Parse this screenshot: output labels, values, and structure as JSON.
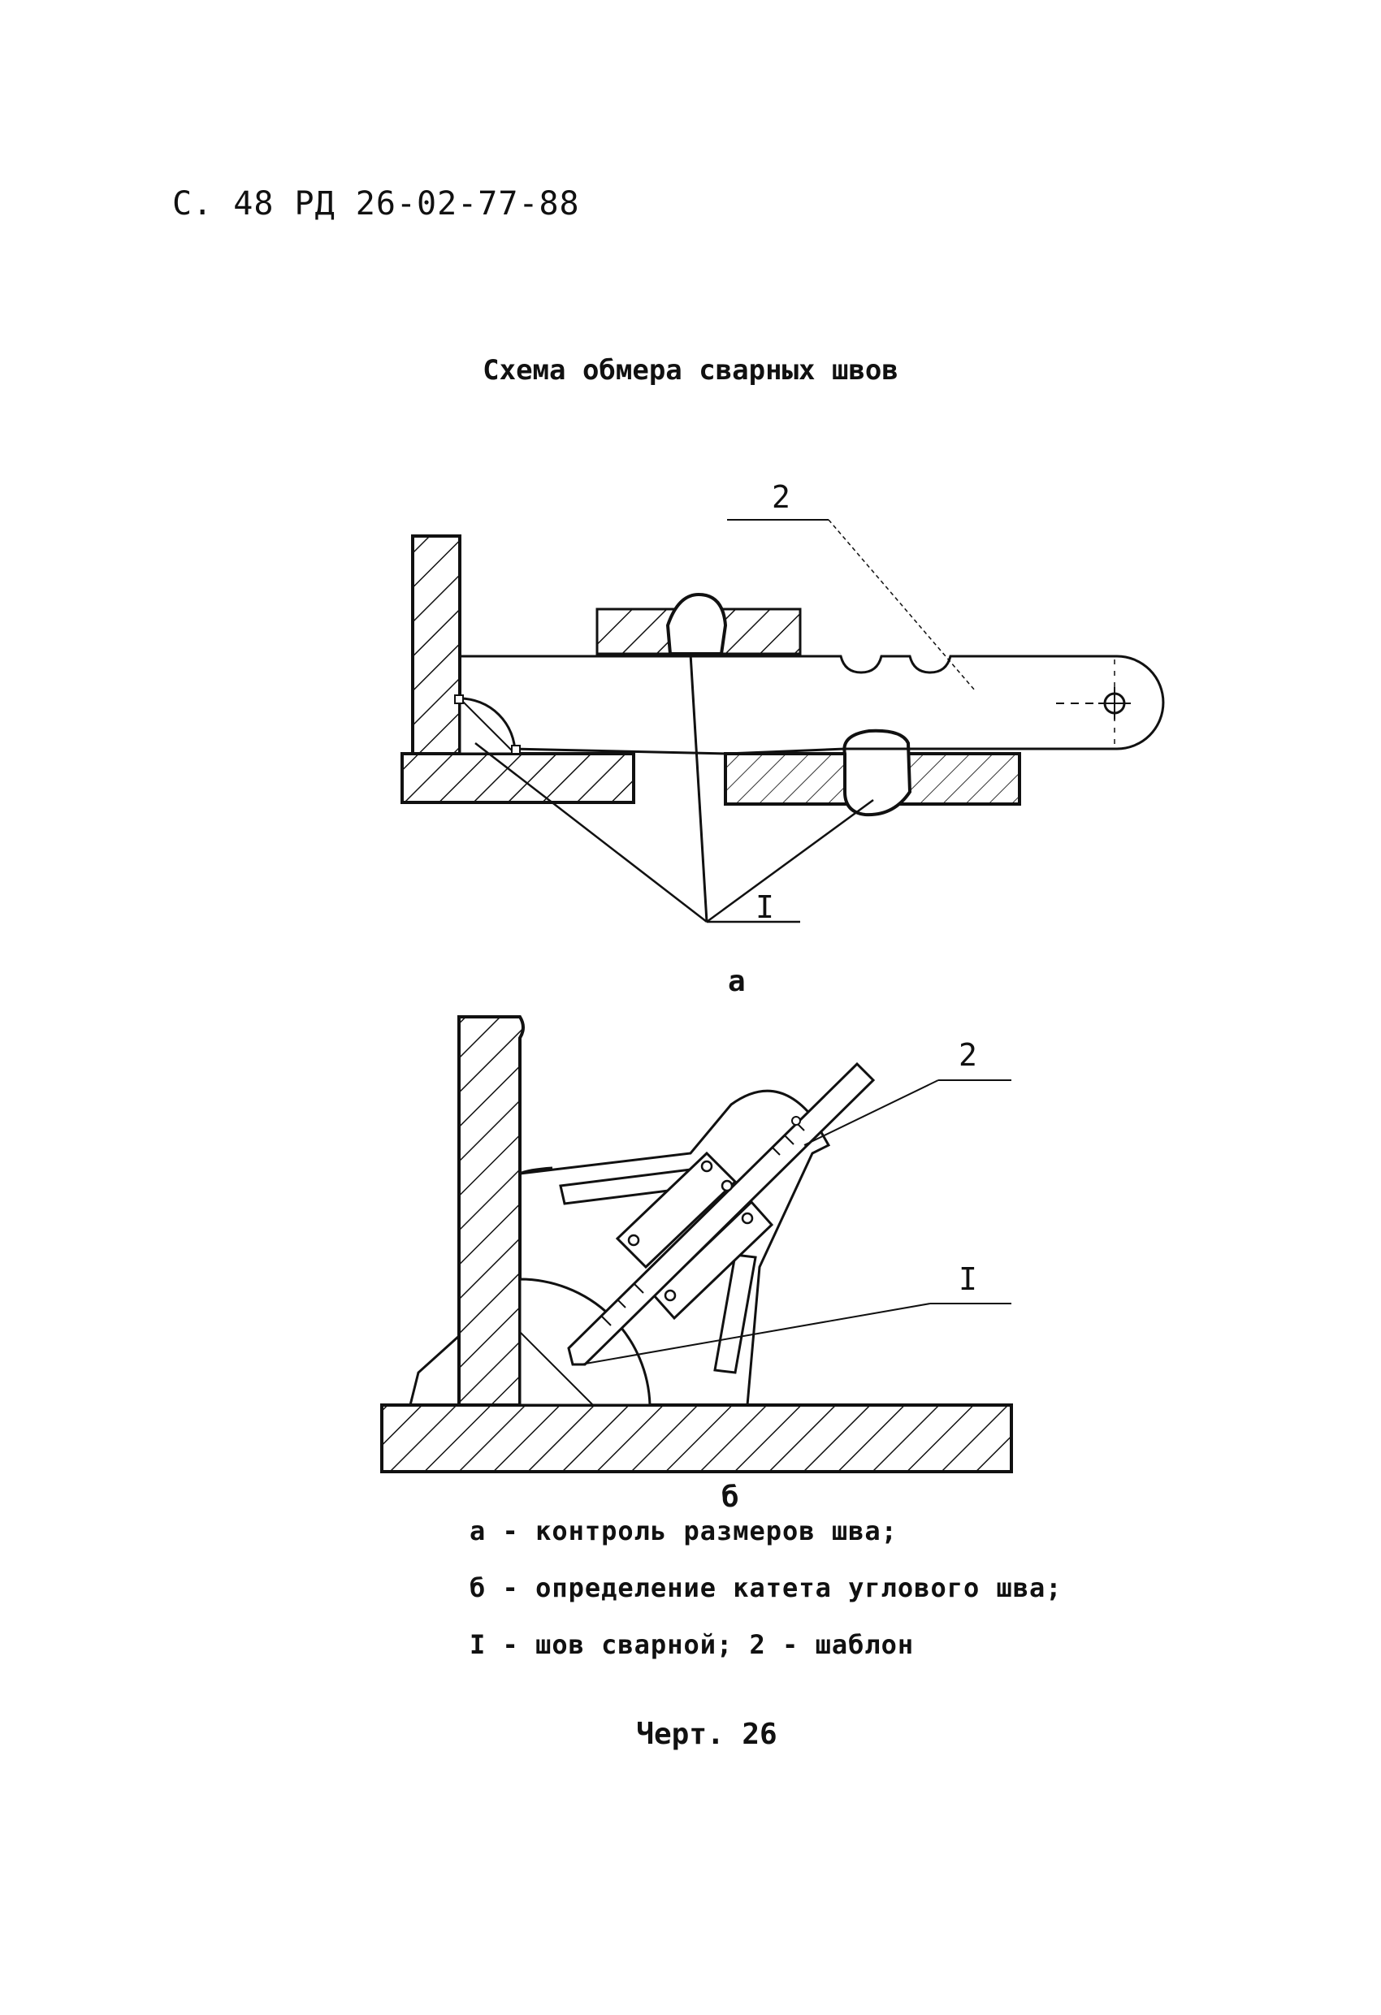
{
  "header": "С. 48 РД 26-02-77-88",
  "title": "Схема обмера сварных швов",
  "figure_a": {
    "label": "а",
    "callout_template": "2",
    "callout_weld": "I"
  },
  "figure_b": {
    "label": "б",
    "callout_template": "2",
    "callout_weld": "I"
  },
  "legend": [
    "а - контроль размеров шва;",
    "б - определение катета углового шва;",
    "I - шов сварной; 2 - шаблон"
  ],
  "drawing_number": "Черт. 26"
}
